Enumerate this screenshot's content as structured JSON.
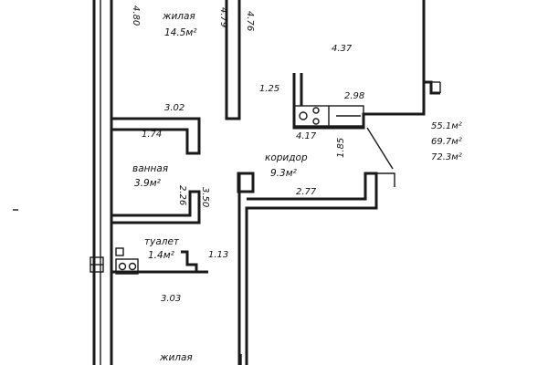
{
  "rooms": {
    "living_top": {
      "name": "жилая",
      "area": "14.5м²"
    },
    "bathroom": {
      "name": "ванная",
      "area": "3.9м²"
    },
    "toilet": {
      "name": "туалет",
      "area": "1.4м²"
    },
    "corridor": {
      "name": "коридор",
      "area": "9.3м²"
    },
    "living_bottom": {
      "name": "жилая"
    }
  },
  "dimensions": {
    "d480": "4.80",
    "d479": "4.79",
    "d476": "4.76",
    "d437": "4.37",
    "d125": "1.25",
    "d298": "2.98",
    "d417": "4.17",
    "d302": "3.02",
    "d174": "1.74",
    "d226": "2.26",
    "d350": "3.50",
    "d185": "1.85",
    "d277": "2.77",
    "d113": "1.13",
    "d303": "3.03"
  },
  "totals": {
    "living": "55.1м²",
    "useful": "69.7м²",
    "total": "72.3м²"
  }
}
